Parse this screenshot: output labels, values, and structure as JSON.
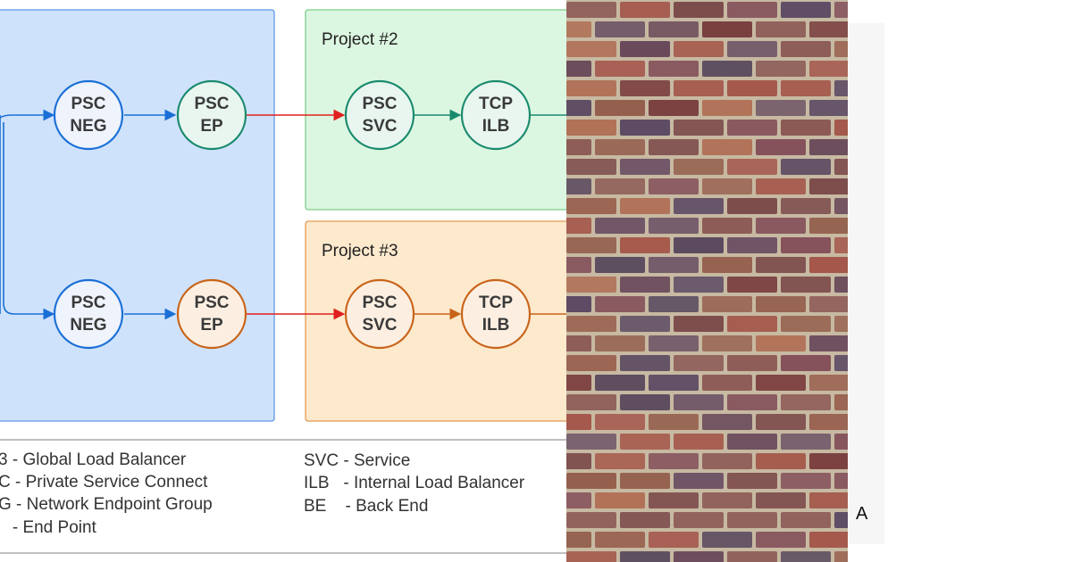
{
  "projects": [
    {
      "title": "Project #2"
    },
    {
      "title": "Project #3"
    }
  ],
  "rows": [
    {
      "nodes": [
        {
          "id": "neg",
          "l1": "PSC",
          "l2": "NEG"
        },
        {
          "id": "ep",
          "l1": "PSC",
          "l2": "EP"
        },
        {
          "id": "svc",
          "l1": "PSC",
          "l2": "SVC"
        },
        {
          "id": "ilb",
          "l1": "TCP",
          "l2": "ILB"
        }
      ]
    },
    {
      "nodes": [
        {
          "id": "neg",
          "l1": "PSC",
          "l2": "NEG"
        },
        {
          "id": "ep",
          "l1": "PSC",
          "l2": "EP"
        },
        {
          "id": "svc",
          "l1": "PSC",
          "l2": "SVC"
        },
        {
          "id": "ilb",
          "l1": "TCP",
          "l2": "ILB"
        }
      ]
    }
  ],
  "legend": {
    "left": [
      "3 - Global Load Balancer",
      "C - Private Service Connect",
      "G - Network Endpoint Group",
      "   - End Point"
    ],
    "right": [
      "SVC - Service",
      "ILB   - Internal Load Balancer",
      "BE    - Back End"
    ]
  },
  "side_letter": "A",
  "colors": {
    "blue": "#1a6fd6",
    "green": "#1a8a6e",
    "orange": "#c8641a",
    "red": "#e0201e",
    "blue_fill": "#cfe2fb",
    "green_fill": "#dcf7e1",
    "orange_fill": "#fde9cc"
  }
}
